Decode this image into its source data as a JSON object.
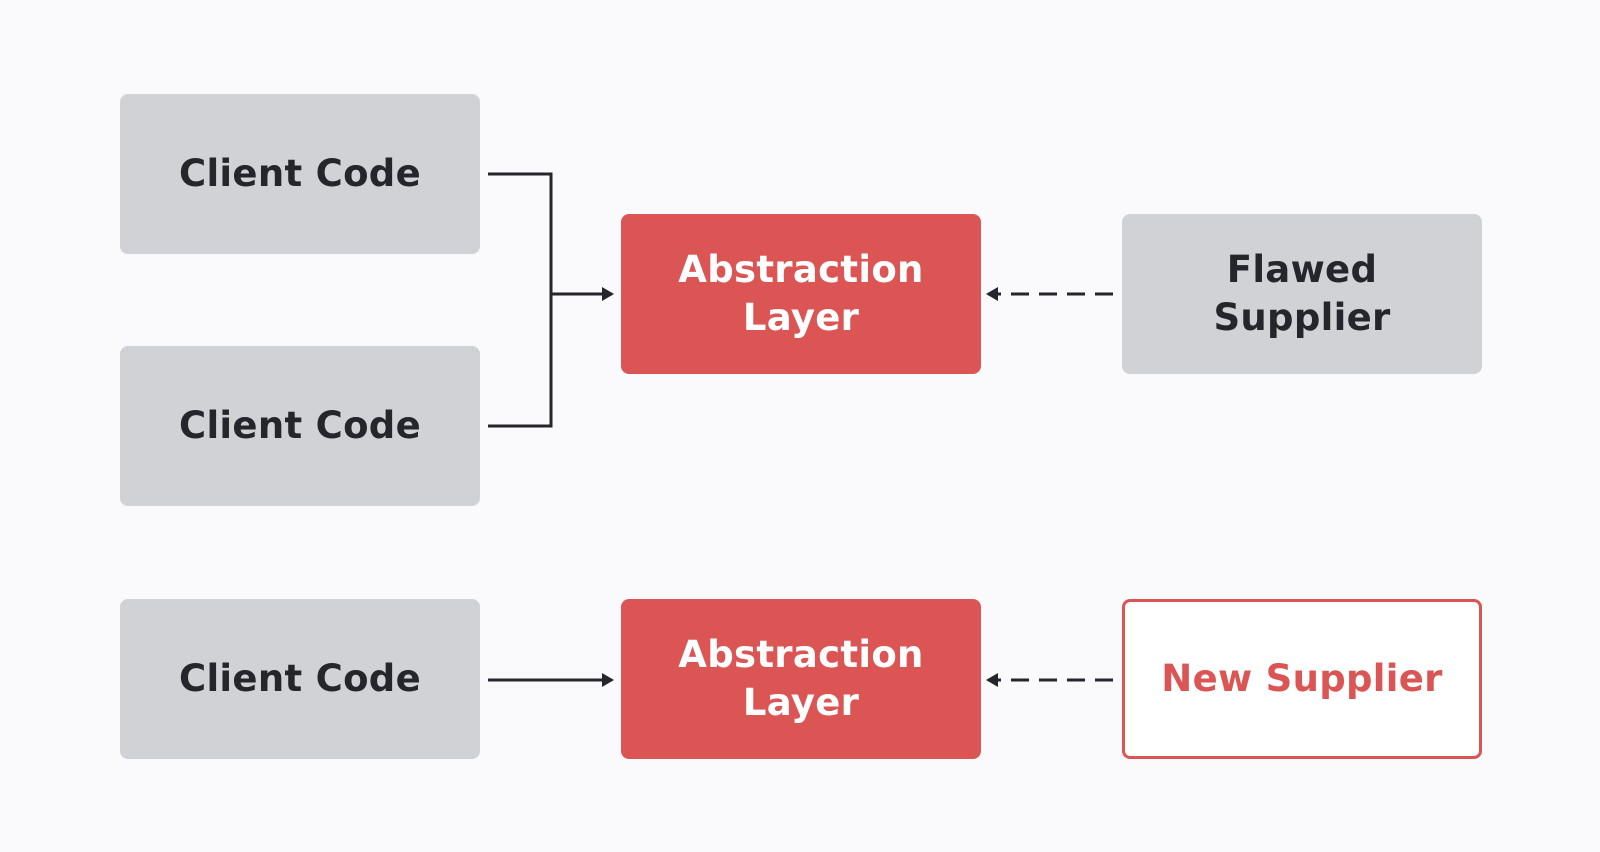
{
  "diagram": {
    "colors": {
      "background": "#fafafc",
      "client_fill": "#d1d2d5",
      "client_text": "#25262b",
      "abstraction_fill": "#dc5555",
      "abstraction_text": "#ffffff",
      "new_supplier_border": "#dc5555",
      "new_supplier_text": "#dc5555",
      "connector": "#25262b"
    },
    "top_group": {
      "client_1": "Client Code",
      "client_2": "Client Code",
      "abstraction": "Abstraction Layer",
      "supplier": "Flawed Supplier"
    },
    "bottom_group": {
      "client": "Client Code",
      "abstraction": "Abstraction Layer",
      "supplier": "New Supplier"
    }
  }
}
